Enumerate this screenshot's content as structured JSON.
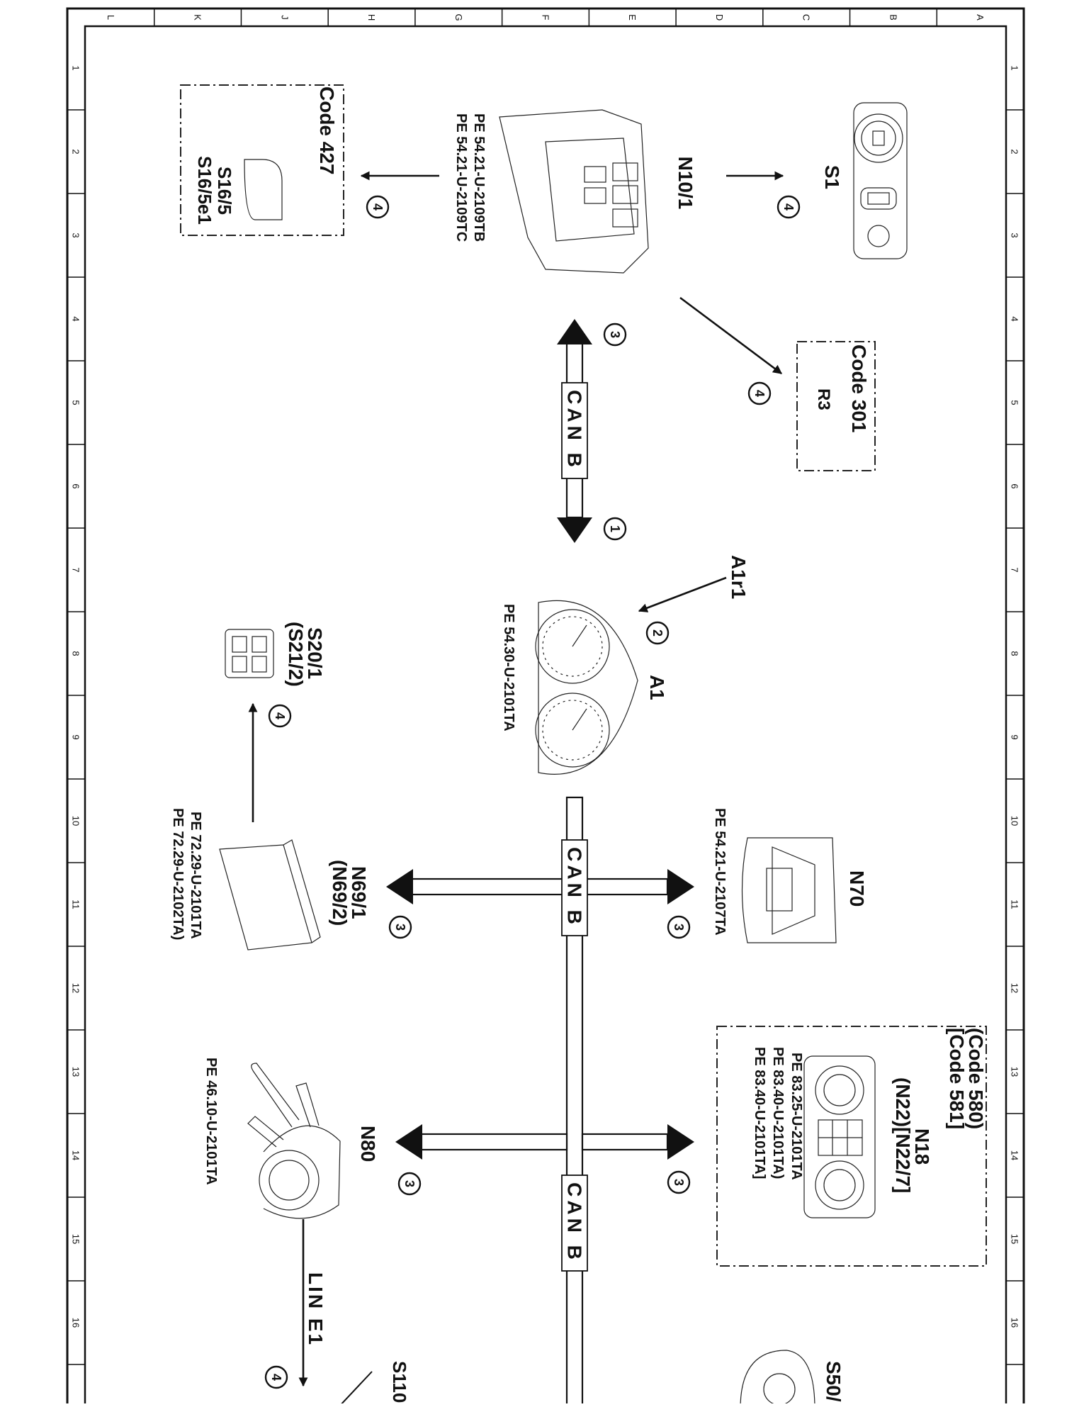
{
  "frame": {
    "col_labels": [
      "A",
      "B",
      "C",
      "D",
      "E",
      "F",
      "G",
      "H",
      "J",
      "K",
      "L"
    ],
    "row_labels": [
      "1",
      "2",
      "3",
      "4",
      "5",
      "6",
      "7",
      "8",
      "9",
      "10",
      "11",
      "12",
      "13",
      "14",
      "15",
      "16"
    ]
  },
  "components": {
    "s1": {
      "label": "S1"
    },
    "n10_1": {
      "label": "N10/1",
      "ref1": "PE 54.21-U-2109TB",
      "ref2": "PE 54.21-U-2109TC"
    },
    "s16": {
      "code": "Code 427",
      "label1": "S16/5",
      "label2": "S16/5e1"
    },
    "r3": {
      "code": "Code 301",
      "label": "R3"
    },
    "a1": {
      "label": "A1",
      "ref": "PE 54.30-U-2101TA"
    },
    "a1r1": {
      "label": "A1r1"
    },
    "s20": {
      "label1": "S20/1",
      "label2": "(S21/2)"
    },
    "n70": {
      "label": "N70",
      "ref": "PE 54.21-U-2107TA"
    },
    "n69": {
      "label1": "N69/1",
      "label2": "(N69/2)",
      "ref1": "PE 72.29-U-2101TA",
      "ref2": "PE 72.29-U-2102TA)"
    },
    "n18": {
      "code1": "(Code 580)",
      "code2": "[Code 581]",
      "label1": "N18",
      "label2": "(N22)[N22/7]",
      "ref1": "PE 83.25-U-2101TA",
      "ref2": "PE 83.40-U-2101TA)",
      "ref3": "PE 83.40-U-2101TA]"
    },
    "n80": {
      "label": "N80",
      "ref": "PE 46.10-U-2101TA"
    },
    "s50": {
      "label": "S50/"
    },
    "s110": {
      "label": "S110"
    }
  },
  "buses": {
    "can1": "CAN B",
    "can2": "CAN B",
    "can3": "CAN B",
    "lin": "LIN E1"
  },
  "markers": {
    "m_s1": "4",
    "m_s16": "4",
    "m_r3": "4",
    "m_can_top": "3",
    "m_a1_bottom": "1",
    "m_a1r1": "2",
    "m_s20": "4",
    "m_n70": "3",
    "m_n69": "3",
    "m_n18": "3",
    "m_n80": "3",
    "m_lin": "4"
  }
}
